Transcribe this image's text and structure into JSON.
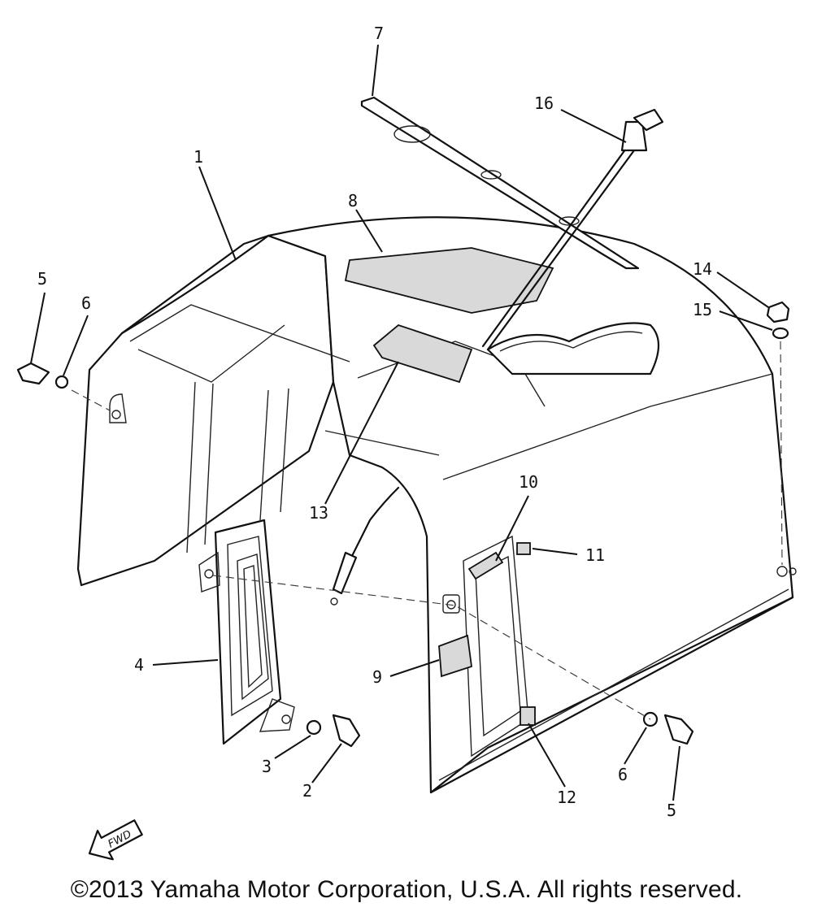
{
  "callouts": {
    "c1": "1",
    "c2": "2",
    "c3": "3",
    "c4": "4",
    "c5a": "5",
    "c5b": "5",
    "c6a": "6",
    "c6b": "6",
    "c7": "7",
    "c8": "8",
    "c9": "9",
    "c10": "10",
    "c11": "11",
    "c12": "12",
    "c13": "13",
    "c14": "14",
    "c15": "15",
    "c16": "16"
  },
  "fwd_label": "FWD",
  "copyright": "©2013 Yamaha Motor Corporation, U.S.A. All rights reserved."
}
